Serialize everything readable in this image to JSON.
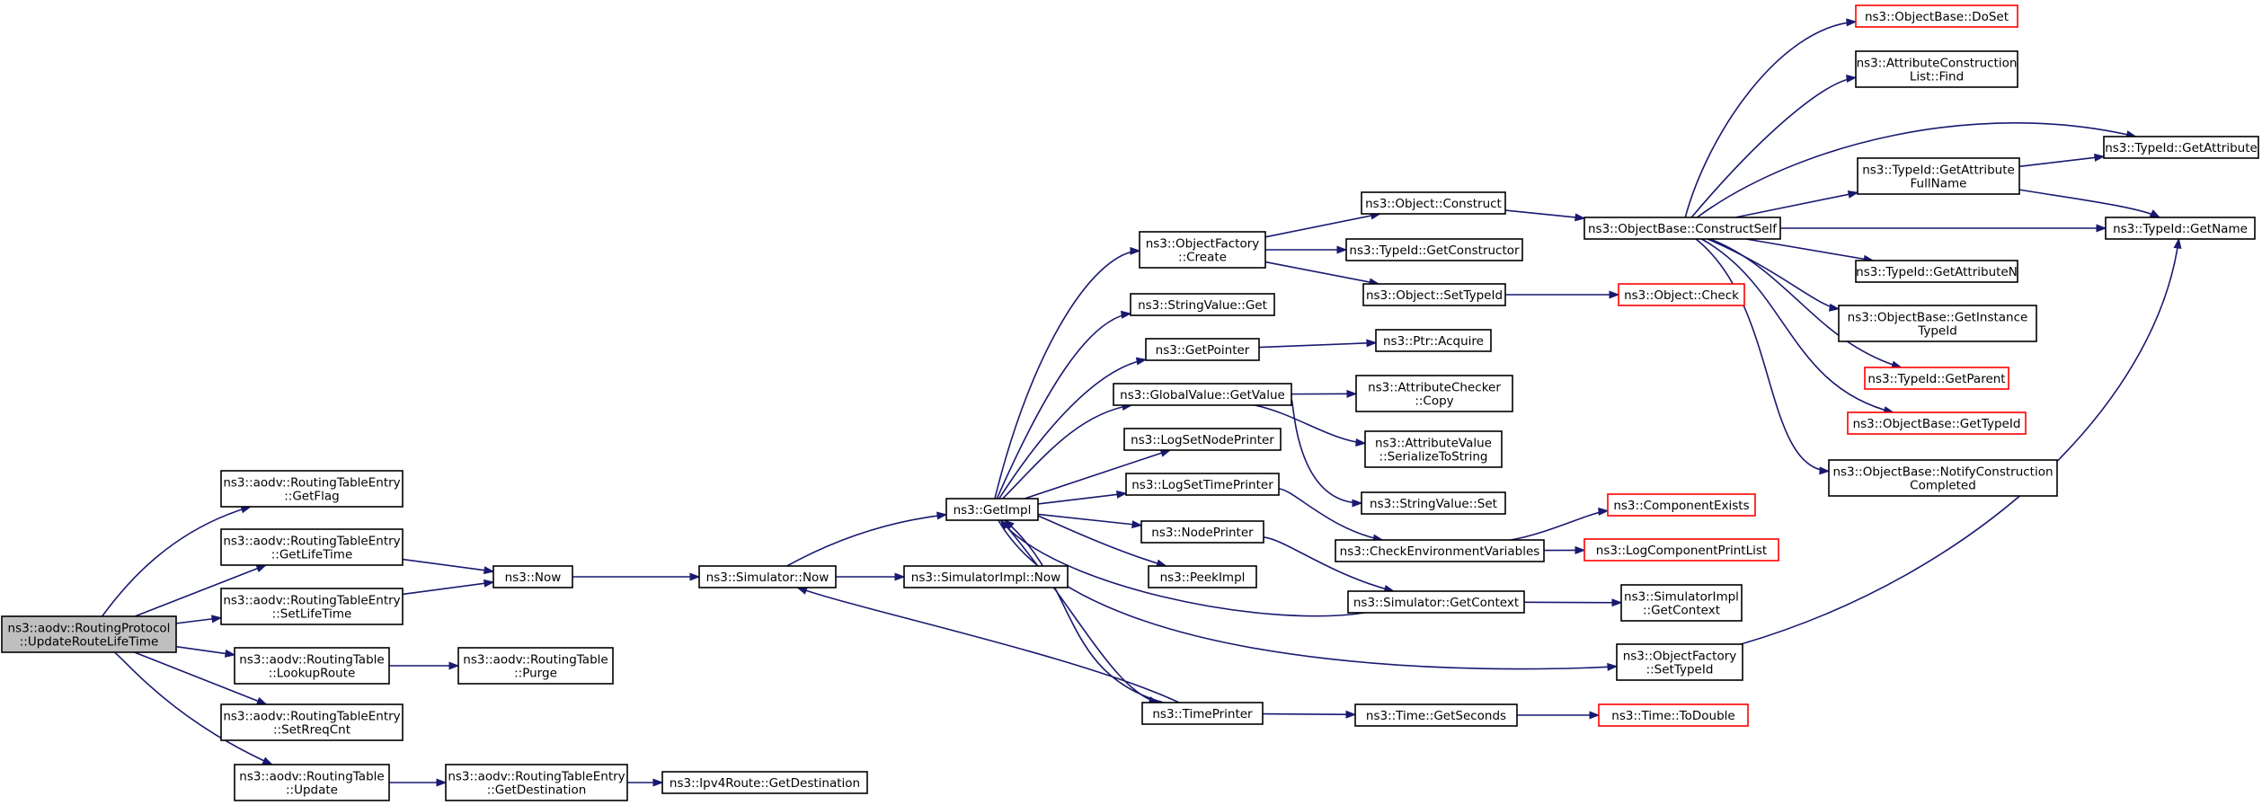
{
  "nodes": [
    {
      "id": "root",
      "lines": [
        "ns3::aodv::RoutingProtocol",
        "::UpdateRouteLifeTime"
      ],
      "root": true
    },
    {
      "id": "getflag",
      "lines": [
        "ns3::aodv::RoutingTableEntry",
        "::GetFlag"
      ]
    },
    {
      "id": "getlifetime",
      "lines": [
        "ns3::aodv::RoutingTableEntry",
        "::GetLifeTime"
      ]
    },
    {
      "id": "setlifetime",
      "lines": [
        "ns3::aodv::RoutingTableEntry",
        "::SetLifeTime"
      ]
    },
    {
      "id": "lookuproute",
      "lines": [
        "ns3::aodv::RoutingTable",
        "::LookupRoute"
      ]
    },
    {
      "id": "setreqcnt",
      "lines": [
        "ns3::aodv::RoutingTableEntry",
        "::SetRreqCnt"
      ]
    },
    {
      "id": "update",
      "lines": [
        "ns3::aodv::RoutingTable",
        "::Update"
      ]
    },
    {
      "id": "now",
      "lines": [
        "ns3::Now"
      ]
    },
    {
      "id": "purge",
      "lines": [
        "ns3::aodv::RoutingTable",
        "::Purge"
      ]
    },
    {
      "id": "getdest",
      "lines": [
        "ns3::aodv::RoutingTableEntry",
        "::GetDestination"
      ]
    },
    {
      "id": "ipv4getdest",
      "lines": [
        "ns3::Ipv4Route::GetDestination"
      ]
    },
    {
      "id": "simnow",
      "lines": [
        "ns3::Simulator::Now"
      ]
    },
    {
      "id": "simimplnow",
      "lines": [
        "ns3::SimulatorImpl::Now"
      ]
    },
    {
      "id": "getimpl",
      "lines": [
        "ns3::GetImpl"
      ]
    },
    {
      "id": "objfactcreate",
      "lines": [
        "ns3::ObjectFactory",
        "::Create"
      ]
    },
    {
      "id": "stringvalueget",
      "lines": [
        "ns3::StringValue::Get"
      ]
    },
    {
      "id": "getpointer",
      "lines": [
        "ns3::GetPointer"
      ]
    },
    {
      "id": "gvgetvalue",
      "lines": [
        "ns3::GlobalValue::GetValue"
      ]
    },
    {
      "id": "logsetnode",
      "lines": [
        "ns3::LogSetNodePrinter"
      ]
    },
    {
      "id": "logsettime",
      "lines": [
        "ns3::LogSetTimePrinter"
      ]
    },
    {
      "id": "nodeprinter",
      "lines": [
        "ns3::NodePrinter"
      ]
    },
    {
      "id": "peekimpl",
      "lines": [
        "ns3::PeekImpl"
      ]
    },
    {
      "id": "timeprinter",
      "lines": [
        "ns3::TimePrinter"
      ]
    },
    {
      "id": "objconstruct",
      "lines": [
        "ns3::Object::Construct"
      ]
    },
    {
      "id": "typeidgetctor",
      "lines": [
        "ns3::TypeId::GetConstructor"
      ]
    },
    {
      "id": "objsettypeid",
      "lines": [
        "ns3::Object::SetTypeId"
      ]
    },
    {
      "id": "ptracquire",
      "lines": [
        "ns3::Ptr::Acquire"
      ]
    },
    {
      "id": "attrcheckercopy",
      "lines": [
        "ns3::AttributeChecker",
        "::Copy"
      ]
    },
    {
      "id": "attrvalserialize",
      "lines": [
        "ns3::AttributeValue",
        "::SerializeToString"
      ]
    },
    {
      "id": "stringvalueset",
      "lines": [
        "ns3::StringValue::Set"
      ]
    },
    {
      "id": "checkenv",
      "lines": [
        "ns3::CheckEnvironmentVariables"
      ]
    },
    {
      "id": "simgetcontext",
      "lines": [
        "ns3::Simulator::GetContext"
      ]
    },
    {
      "id": "objfactsettypeid",
      "lines": [
        "ns3::ObjectFactory",
        "::SetTypeId"
      ]
    },
    {
      "id": "timegetseconds",
      "lines": [
        "ns3::Time::GetSeconds"
      ]
    },
    {
      "id": "constructself",
      "lines": [
        "ns3::ObjectBase::ConstructSelf"
      ]
    },
    {
      "id": "objcheck",
      "lines": [
        "ns3::Object::Check"
      ],
      "red": true
    },
    {
      "id": "compexists",
      "lines": [
        "ns3::ComponentExists"
      ],
      "red": true
    },
    {
      "id": "logcompprint",
      "lines": [
        "ns3::LogComponentPrintList"
      ],
      "red": true
    },
    {
      "id": "simimplgetctx",
      "lines": [
        "ns3::SimulatorImpl",
        "::GetContext"
      ]
    },
    {
      "id": "timetodouble",
      "lines": [
        "ns3::Time::ToDouble"
      ],
      "red": true
    },
    {
      "id": "doset",
      "lines": [
        "ns3::ObjectBase::DoSet"
      ],
      "red": true
    },
    {
      "id": "acfind",
      "lines": [
        "ns3::AttributeConstruction",
        "List::Find"
      ]
    },
    {
      "id": "getattrfullname",
      "lines": [
        "ns3::TypeId::GetAttribute",
        "FullName"
      ]
    },
    {
      "id": "getattrn",
      "lines": [
        "ns3::TypeId::GetAttributeN"
      ]
    },
    {
      "id": "getinsttypeid",
      "lines": [
        "ns3::ObjectBase::GetInstance",
        "TypeId"
      ]
    },
    {
      "id": "getparent",
      "lines": [
        "ns3::TypeId::GetParent"
      ],
      "red": true
    },
    {
      "id": "obgettypeid",
      "lines": [
        "ns3::ObjectBase::GetTypeId"
      ],
      "red": true
    },
    {
      "id": "notifyconstruction",
      "lines": [
        "ns3::ObjectBase::NotifyConstruction",
        "Completed"
      ]
    },
    {
      "id": "getattribute",
      "lines": [
        "ns3::TypeId::GetAttribute"
      ]
    },
    {
      "id": "getname",
      "lines": [
        "ns3::TypeId::GetName"
      ]
    }
  ],
  "edges": [
    [
      "root",
      "getflag"
    ],
    [
      "root",
      "getlifetime"
    ],
    [
      "root",
      "setlifetime"
    ],
    [
      "root",
      "lookuproute"
    ],
    [
      "root",
      "setreqcnt"
    ],
    [
      "root",
      "update"
    ],
    [
      "getlifetime",
      "now"
    ],
    [
      "setlifetime",
      "now"
    ],
    [
      "lookuproute",
      "purge"
    ],
    [
      "update",
      "getdest"
    ],
    [
      "getdest",
      "ipv4getdest"
    ],
    [
      "now",
      "simnow"
    ],
    [
      "simnow",
      "simimplnow"
    ],
    [
      "simnow",
      "getimpl"
    ],
    [
      "getimpl",
      "objfactcreate"
    ],
    [
      "getimpl",
      "stringvalueget"
    ],
    [
      "getimpl",
      "getpointer"
    ],
    [
      "getimpl",
      "gvgetvalue"
    ],
    [
      "getimpl",
      "logsetnode"
    ],
    [
      "getimpl",
      "logsettime"
    ],
    [
      "getimpl",
      "nodeprinter"
    ],
    [
      "getimpl",
      "peekimpl"
    ],
    [
      "getimpl",
      "timeprinter"
    ],
    [
      "getimpl",
      "objfactsettypeid"
    ],
    [
      "objfactcreate",
      "objconstruct"
    ],
    [
      "objfactcreate",
      "typeidgetctor"
    ],
    [
      "objfactcreate",
      "objsettypeid"
    ],
    [
      "getpointer",
      "ptracquire"
    ],
    [
      "gvgetvalue",
      "attrcheckercopy"
    ],
    [
      "gvgetvalue",
      "attrvalserialize"
    ],
    [
      "gvgetvalue",
      "stringvalueset"
    ],
    [
      "logsettime",
      "checkenv"
    ],
    [
      "nodeprinter",
      "simgetcontext"
    ],
    [
      "checkenv",
      "compexists"
    ],
    [
      "checkenv",
      "logcompprint"
    ],
    [
      "simgetcontext",
      "getimpl"
    ],
    [
      "simgetcontext",
      "simimplgetctx"
    ],
    [
      "timeprinter",
      "simnow"
    ],
    [
      "timeprinter",
      "getimpl"
    ],
    [
      "timeprinter",
      "timegetseconds"
    ],
    [
      "timegetseconds",
      "timetodouble"
    ],
    [
      "objsettypeid",
      "objcheck"
    ],
    [
      "objconstruct",
      "constructself"
    ],
    [
      "objfactsettypeid",
      "getname"
    ],
    [
      "constructself",
      "doset"
    ],
    [
      "constructself",
      "acfind"
    ],
    [
      "constructself",
      "getattribute"
    ],
    [
      "constructself",
      "getattrfullname"
    ],
    [
      "constructself",
      "getname"
    ],
    [
      "constructself",
      "getattrn"
    ],
    [
      "constructself",
      "getinsttypeid"
    ],
    [
      "constructself",
      "getparent"
    ],
    [
      "constructself",
      "obgettypeid"
    ],
    [
      "constructself",
      "notifyconstruction"
    ],
    [
      "getattrfullname",
      "getattribute"
    ],
    [
      "getattrfullname",
      "getname"
    ]
  ]
}
